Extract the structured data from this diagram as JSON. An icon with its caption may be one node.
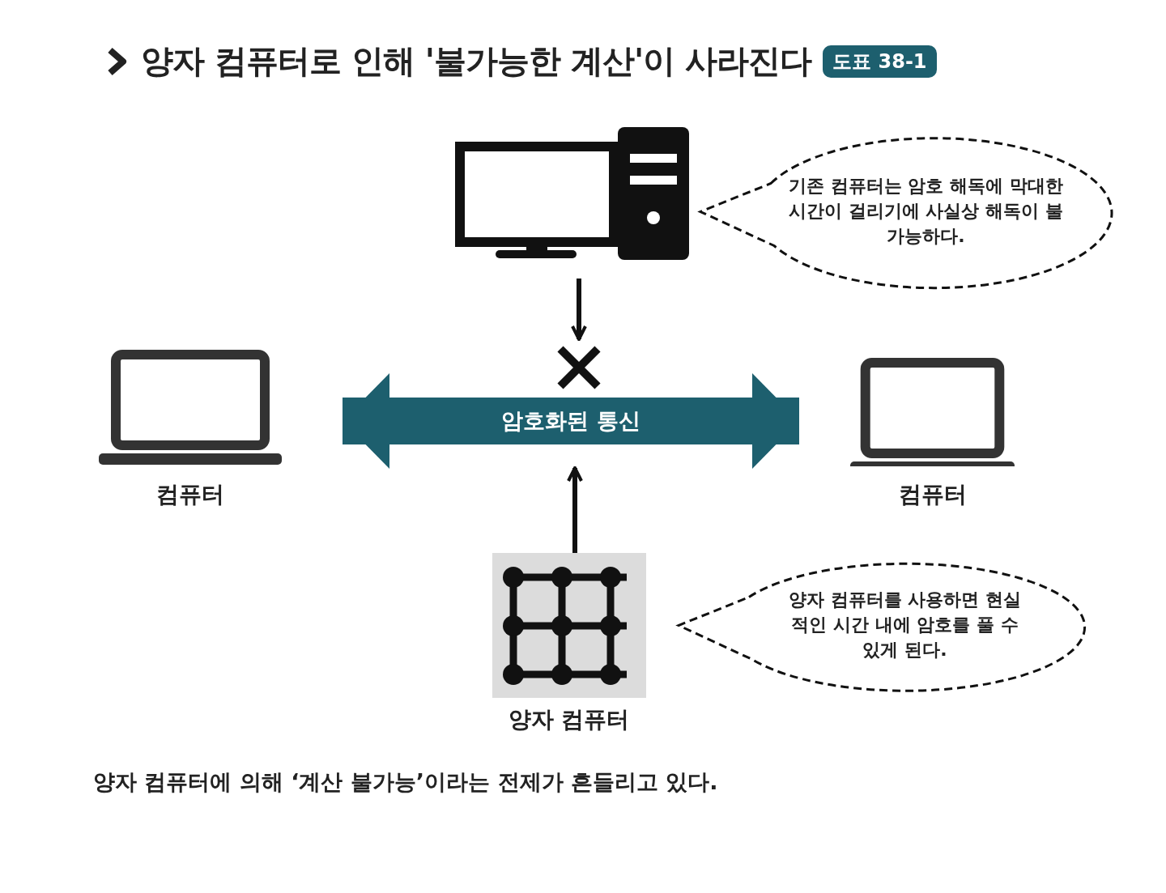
{
  "diagram": {
    "title": "양자 컴퓨터로 인해 '불가능한 계산'이 사라진다",
    "caption": "양자 컴퓨터에 의해 ‘계산 불가능’이라는 전제가 흔들리고 있다.",
    "nodes": [
      {
        "text": [],
        "shape": "computer"
      },
      {
        "text": [
          "기존 컴퓨터는 암호 해독에 막대한 시간이 걸리기에 사실상 해독이 불가능하다."
        ]
      },
      {
        "text": [],
        "shape": "cross"
      },
      {
        "text": [
          "컴퓨터"
        ]
      },
      {
        "text": [
          "컴퓨터"
        ]
      },
      {
        "text": [
          "양자 컴퓨터"
        ]
      },
      {
        "text": [
          "양자 컴퓨터를 사용하면 현실적인 시간 내에 암호를 풀 수 있게 된다."
        ]
      }
    ],
    "edges": [
      {
        "from": 0,
        "to": 2,
        "arrow": "to"
      },
      {
        "from": 3,
        "to": 4,
        "arrow": "both",
        "label": "암호화된 통신",
        "style": "thick",
        "color": "#1d5f6e"
      },
      {
        "from": 5,
        "to": null,
        "arrow": "to"
      }
    ],
    "labels": [
      "도표 38-1"
    ]
  }
}
